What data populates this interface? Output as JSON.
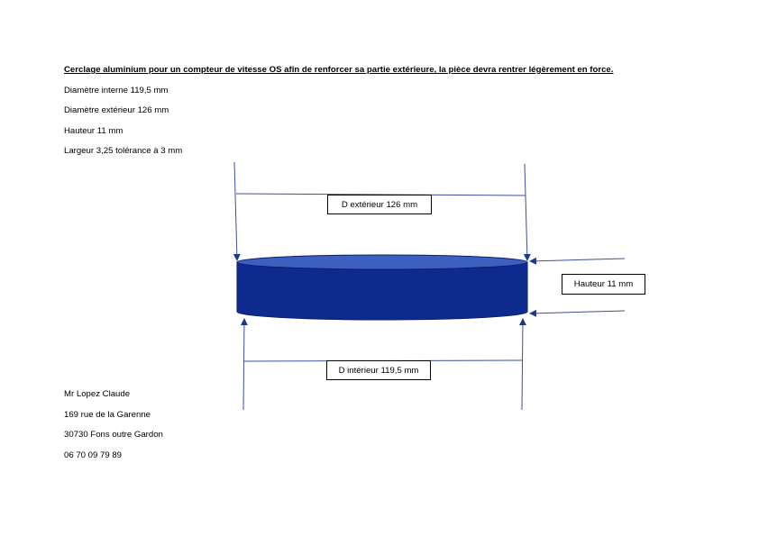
{
  "title": "Cerclage aluminium pour un compteur de vitesse OS afin de renforcer sa partie extérieure, la pièce devra rentrer légèrement en force.",
  "specs": [
    "Diamètre interne 119,5 mm",
    "Diamètre extérieur 126 mm",
    "Hauteur 11 mm",
    "Largeur 3,25 tolérance à 3 mm"
  ],
  "drawing": {
    "label_exterior": "D extérieur 126 mm",
    "label_height": "Hauteur 11 mm",
    "label_interior": "D intérieur 119,5 mm",
    "colors": {
      "ring_body": "#0f2a8f",
      "ring_top": "#3d5fc0",
      "dimension_line": "#3a4f9a"
    }
  },
  "address": [
    "Mr Lopez Claude",
    "169 rue de la Garenne",
    "30730 Fons outre Gardon",
    "06 70 09 79 89"
  ]
}
